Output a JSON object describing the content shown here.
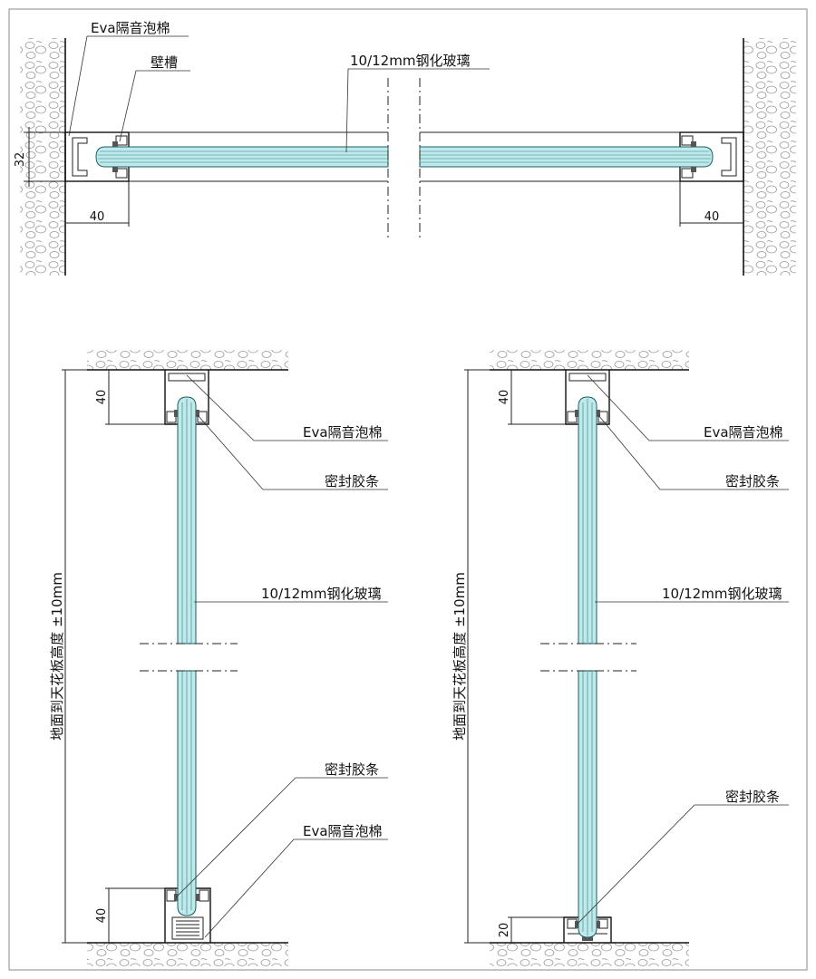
{
  "plan": {
    "label_eva": "Eva隔音泡棉",
    "label_wall_slot": "壁槽",
    "label_glass": "10/12mm钢化玻璃",
    "dim_height": "32",
    "dim_left": "40",
    "dim_right": "40"
  },
  "section_left": {
    "dim_top": "40",
    "dim_bottom": "40",
    "height_label": "地面到天花板高度  ±10mm",
    "label_eva_top": "Eva隔音泡棉",
    "label_seal_top": "密封胶条",
    "label_glass": "10/12mm钢化玻璃",
    "label_seal_bottom": "密封胶条",
    "label_eva_bottom": "Eva隔音泡棉"
  },
  "section_right": {
    "dim_top": "40",
    "dim_bottom": "20",
    "height_label": "地面到天花板高度  ±10mm",
    "label_eva_top": "Eva隔音泡棉",
    "label_seal_top": "密封胶条",
    "label_glass": "10/12mm钢化玻璃",
    "label_seal_bottom": "密封胶条"
  },
  "colors": {
    "glass_fill": "#bfe9ea",
    "line": "#111111"
  }
}
